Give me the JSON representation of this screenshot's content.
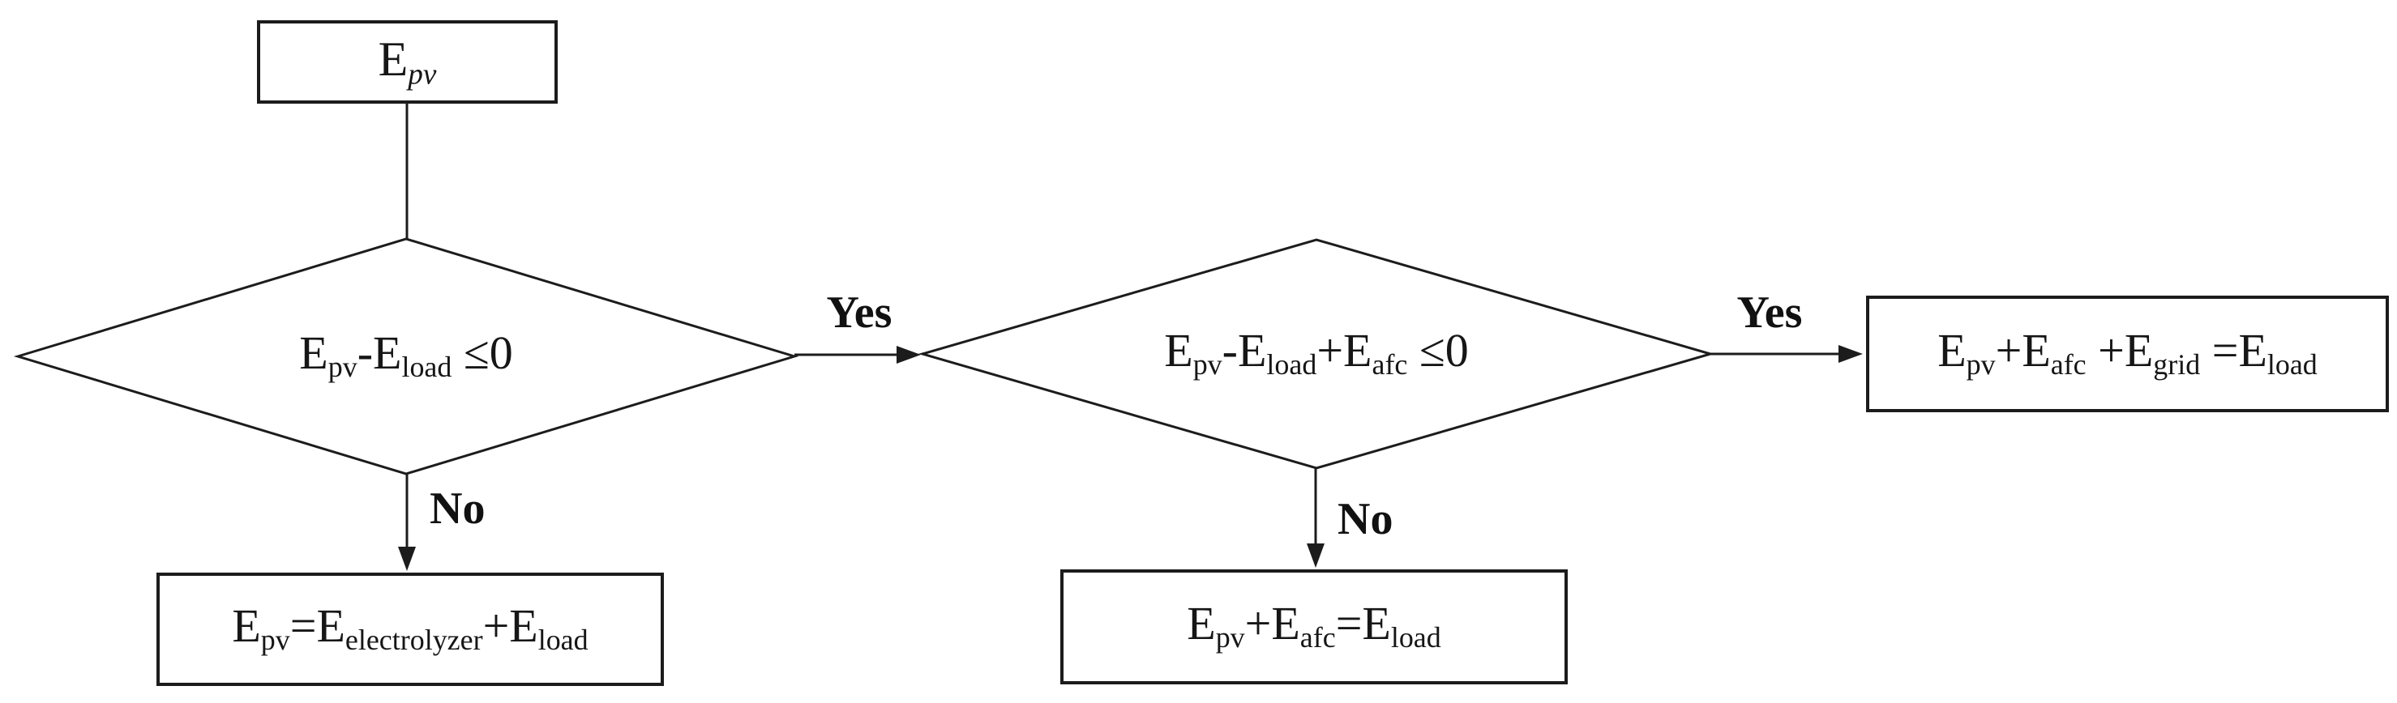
{
  "diagram": {
    "title": "PV energy dispatch decision flowchart",
    "colors": {
      "background": "#ffffff",
      "stroke": "#1c1c1c",
      "text": "#161616"
    },
    "nodes": {
      "start_box": {
        "text": "Epv",
        "parts": [
          {
            "t": "E"
          },
          {
            "t": "pv",
            "s": 1,
            "i": 1
          }
        ]
      },
      "decision_1": {
        "text": "Epv-Eload ≤0",
        "parts": [
          {
            "t": "E"
          },
          {
            "t": "pv",
            "s": 1
          },
          {
            "t": "-"
          },
          {
            "t": "E"
          },
          {
            "t": "load",
            "s": 1
          },
          {
            "t": " ≤0"
          }
        ]
      },
      "decision_2": {
        "text": "Epv-Eload+Eafc ≤0",
        "parts": [
          {
            "t": "E"
          },
          {
            "t": "pv",
            "s": 1
          },
          {
            "t": "-"
          },
          {
            "t": "E"
          },
          {
            "t": "load",
            "s": 1
          },
          {
            "t": "+"
          },
          {
            "t": "E"
          },
          {
            "t": "afc",
            "s": 1
          },
          {
            "t": " ≤0"
          }
        ]
      },
      "grid_result_box": {
        "text": "Epv+Eafc +Egrid =Eload",
        "parts": [
          {
            "t": "E"
          },
          {
            "t": "pv",
            "s": 1
          },
          {
            "t": "+"
          },
          {
            "t": "E"
          },
          {
            "t": "afc",
            "s": 1
          },
          {
            "t": " +"
          },
          {
            "t": "E"
          },
          {
            "t": "grid",
            "s": 1
          },
          {
            "t": " ="
          },
          {
            "t": "E"
          },
          {
            "t": "load",
            "s": 1
          }
        ]
      },
      "electrolyzer_result_box": {
        "text": "Epv=Eelectrolyzer+Eload",
        "parts": [
          {
            "t": "E"
          },
          {
            "t": "pv",
            "s": 1
          },
          {
            "t": "="
          },
          {
            "t": "E"
          },
          {
            "t": "electrolyzer",
            "s": 1
          },
          {
            "t": "+"
          },
          {
            "t": "E"
          },
          {
            "t": "load",
            "s": 1
          }
        ]
      },
      "afc_result_box": {
        "text": "Epv+Eafc=Eload",
        "parts": [
          {
            "t": "E"
          },
          {
            "t": "pv",
            "s": 1
          },
          {
            "t": "+"
          },
          {
            "t": "E"
          },
          {
            "t": "afc",
            "s": 1
          },
          {
            "t": "="
          },
          {
            "t": "E"
          },
          {
            "t": "load",
            "s": 1
          }
        ]
      }
    },
    "edge_labels": {
      "yes_1": "Yes",
      "yes_2": "Yes",
      "no_1": "No",
      "no_2": "No"
    }
  }
}
